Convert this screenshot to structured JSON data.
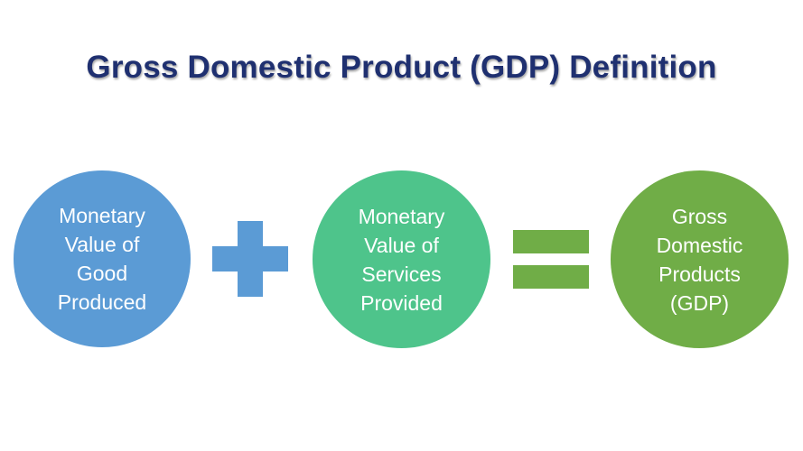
{
  "title": "Gross Domestic Product (GDP) Definition",
  "colors": {
    "title": "#1f3070",
    "circle_goods": "#5b9bd5",
    "circle_services": "#4ec48b",
    "circle_gdp": "#70ad47",
    "plus": "#5b9bd5",
    "equals": "#70ad47"
  },
  "nodes": [
    {
      "id": "goods",
      "label": "Monetary\nValue of\nGood\nProduced"
    },
    {
      "id": "services",
      "label": "Monetary\nValue of\nServices\nProvided"
    },
    {
      "id": "gdp",
      "label": "Gross\nDomestic\nProducts\n(GDP)"
    }
  ],
  "operators": {
    "first": "plus-icon",
    "second": "equals-icon"
  }
}
